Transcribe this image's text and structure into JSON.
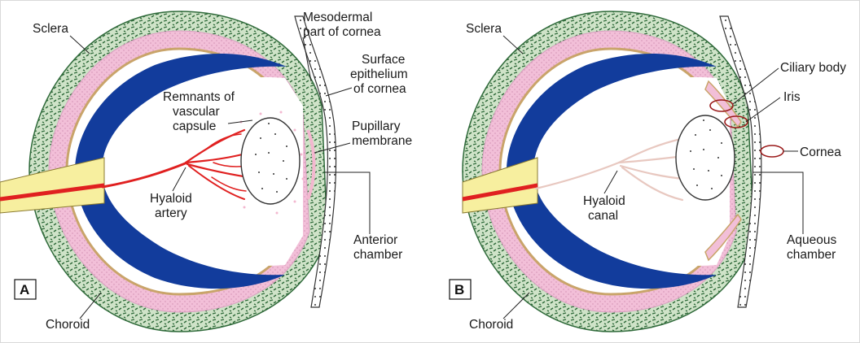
{
  "figure": {
    "colors": {
      "sclera_green": "#3f7a4a",
      "sclera_light": "#cfe3c8",
      "choroid_pink": "#f2bfd8",
      "retina_blue": "#123c9c",
      "tan_layer": "#c9a46a",
      "artery_red": "#e02020",
      "optic_nerve": "#f7ef9f",
      "canal_pink": "#e8c8c0"
    },
    "panels": [
      {
        "letter": "A",
        "labels": {
          "sclera": "Sclera",
          "choroid": "Choroid",
          "mesodermal": [
            "Mesodermal",
            "part of cornea"
          ],
          "surface": [
            "Surface",
            "epithelium",
            "of cornea"
          ],
          "remnants": [
            "Remnants of",
            "vascular",
            "capsule"
          ],
          "pupillary": [
            "Pupillary",
            "membrane"
          ],
          "hyaloid": [
            "Hyaloid",
            "artery"
          ],
          "anterior": [
            "Anterior",
            "chamber"
          ]
        }
      },
      {
        "letter": "B",
        "labels": {
          "sclera": "Sclera",
          "choroid": "Choroid",
          "ciliary": "Ciliary body",
          "iris": "Iris",
          "cornea": "Cornea",
          "hyaloid": [
            "Hyaloid",
            "canal"
          ],
          "aqueous": [
            "Aqueous",
            "chamber"
          ]
        }
      }
    ]
  }
}
